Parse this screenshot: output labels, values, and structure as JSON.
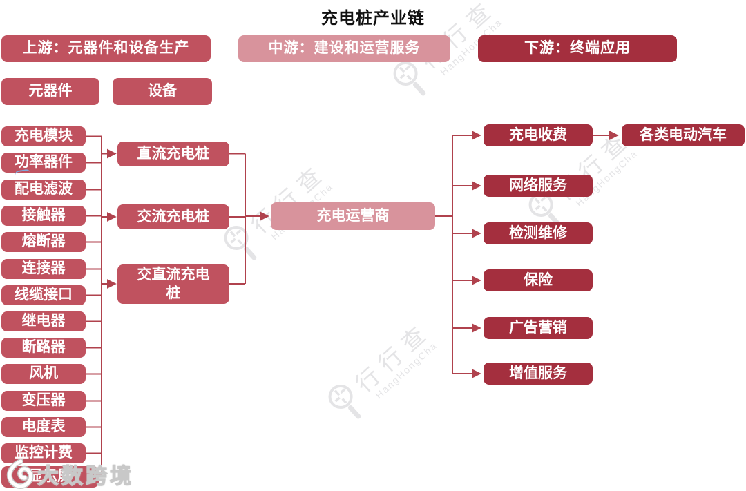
{
  "title": "充电桩产业链",
  "colors": {
    "upstream_accent": "#c0525f",
    "midstream_accent": "#d8939c",
    "downstream_accent": "#a42f3e",
    "connector": "#b0424d"
  },
  "headers": {
    "upstream": "上游：元器件和设备生产",
    "midstream": "中游：建设和运营服务",
    "downstream": "下游：终端应用"
  },
  "upstream": {
    "categories": [
      "元器件",
      "设备"
    ],
    "components": [
      "充电模块",
      "功率器件",
      "配电滤波",
      "接触器",
      "熔断器",
      "连接器",
      "线缆接口",
      "继电器",
      "断路器",
      "风机",
      "变压器",
      "电度表",
      "监控计费",
      "显示屏"
    ]
  },
  "midstream": {
    "pile_types": [
      "直流充电桩",
      "交流充电桩",
      "交直流充电桩"
    ],
    "operator": "充电运营商"
  },
  "downstream": {
    "services": [
      "充电收费",
      "网络服务",
      "检测维修",
      "保险",
      "广告营销",
      "增值服务"
    ],
    "terminal": "各类电动汽车"
  },
  "watermarks": {
    "site_brand": "行行查",
    "site_brand_latin": "HangHongCha",
    "corner_brand": "大数跨境"
  }
}
